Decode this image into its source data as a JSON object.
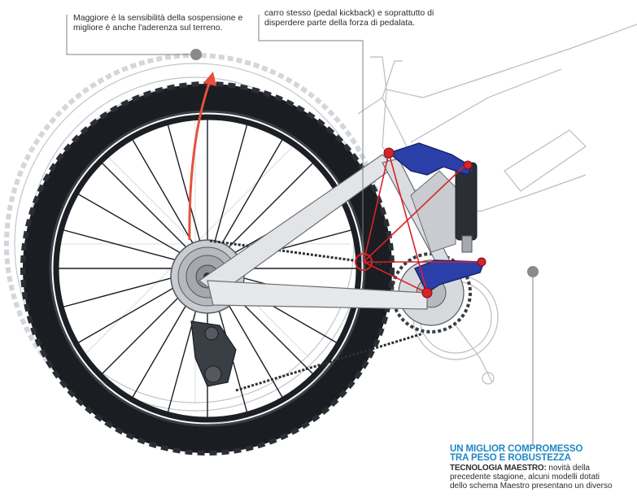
{
  "captions": {
    "sensitivity": {
      "line1": "Maggiore è la sensibilità della sospensione e",
      "line2": "migliore è anche l'aderenza sul terreno."
    },
    "kickback": {
      "line1": "carro stesso (pedal kickback) e soprattutto di",
      "line2": "disperdere parte della forza di pedalata."
    }
  },
  "maestro": {
    "title_line1": "UN MIGLIOR COMPROMESSO",
    "title_line2": "TRA PESO E ROBUSTEZZA",
    "lead": "TECNOLOGIA MAESTRO:",
    "body1": " novità della",
    "body2": "precedente stagione, alcuni modelli dotati",
    "body3": "dello schema Maestro presentano un diverso"
  },
  "colors": {
    "accent_blue": "#1f87c4",
    "pivot_red": "#d8232a",
    "link_blue": "#2a3fa8",
    "tire_dark": "#1a1d22",
    "callout_dot": "#8a8a8a"
  },
  "icons": {
    "callout": "callout-dot-icon",
    "travel": "travel-arrow-icon"
  }
}
